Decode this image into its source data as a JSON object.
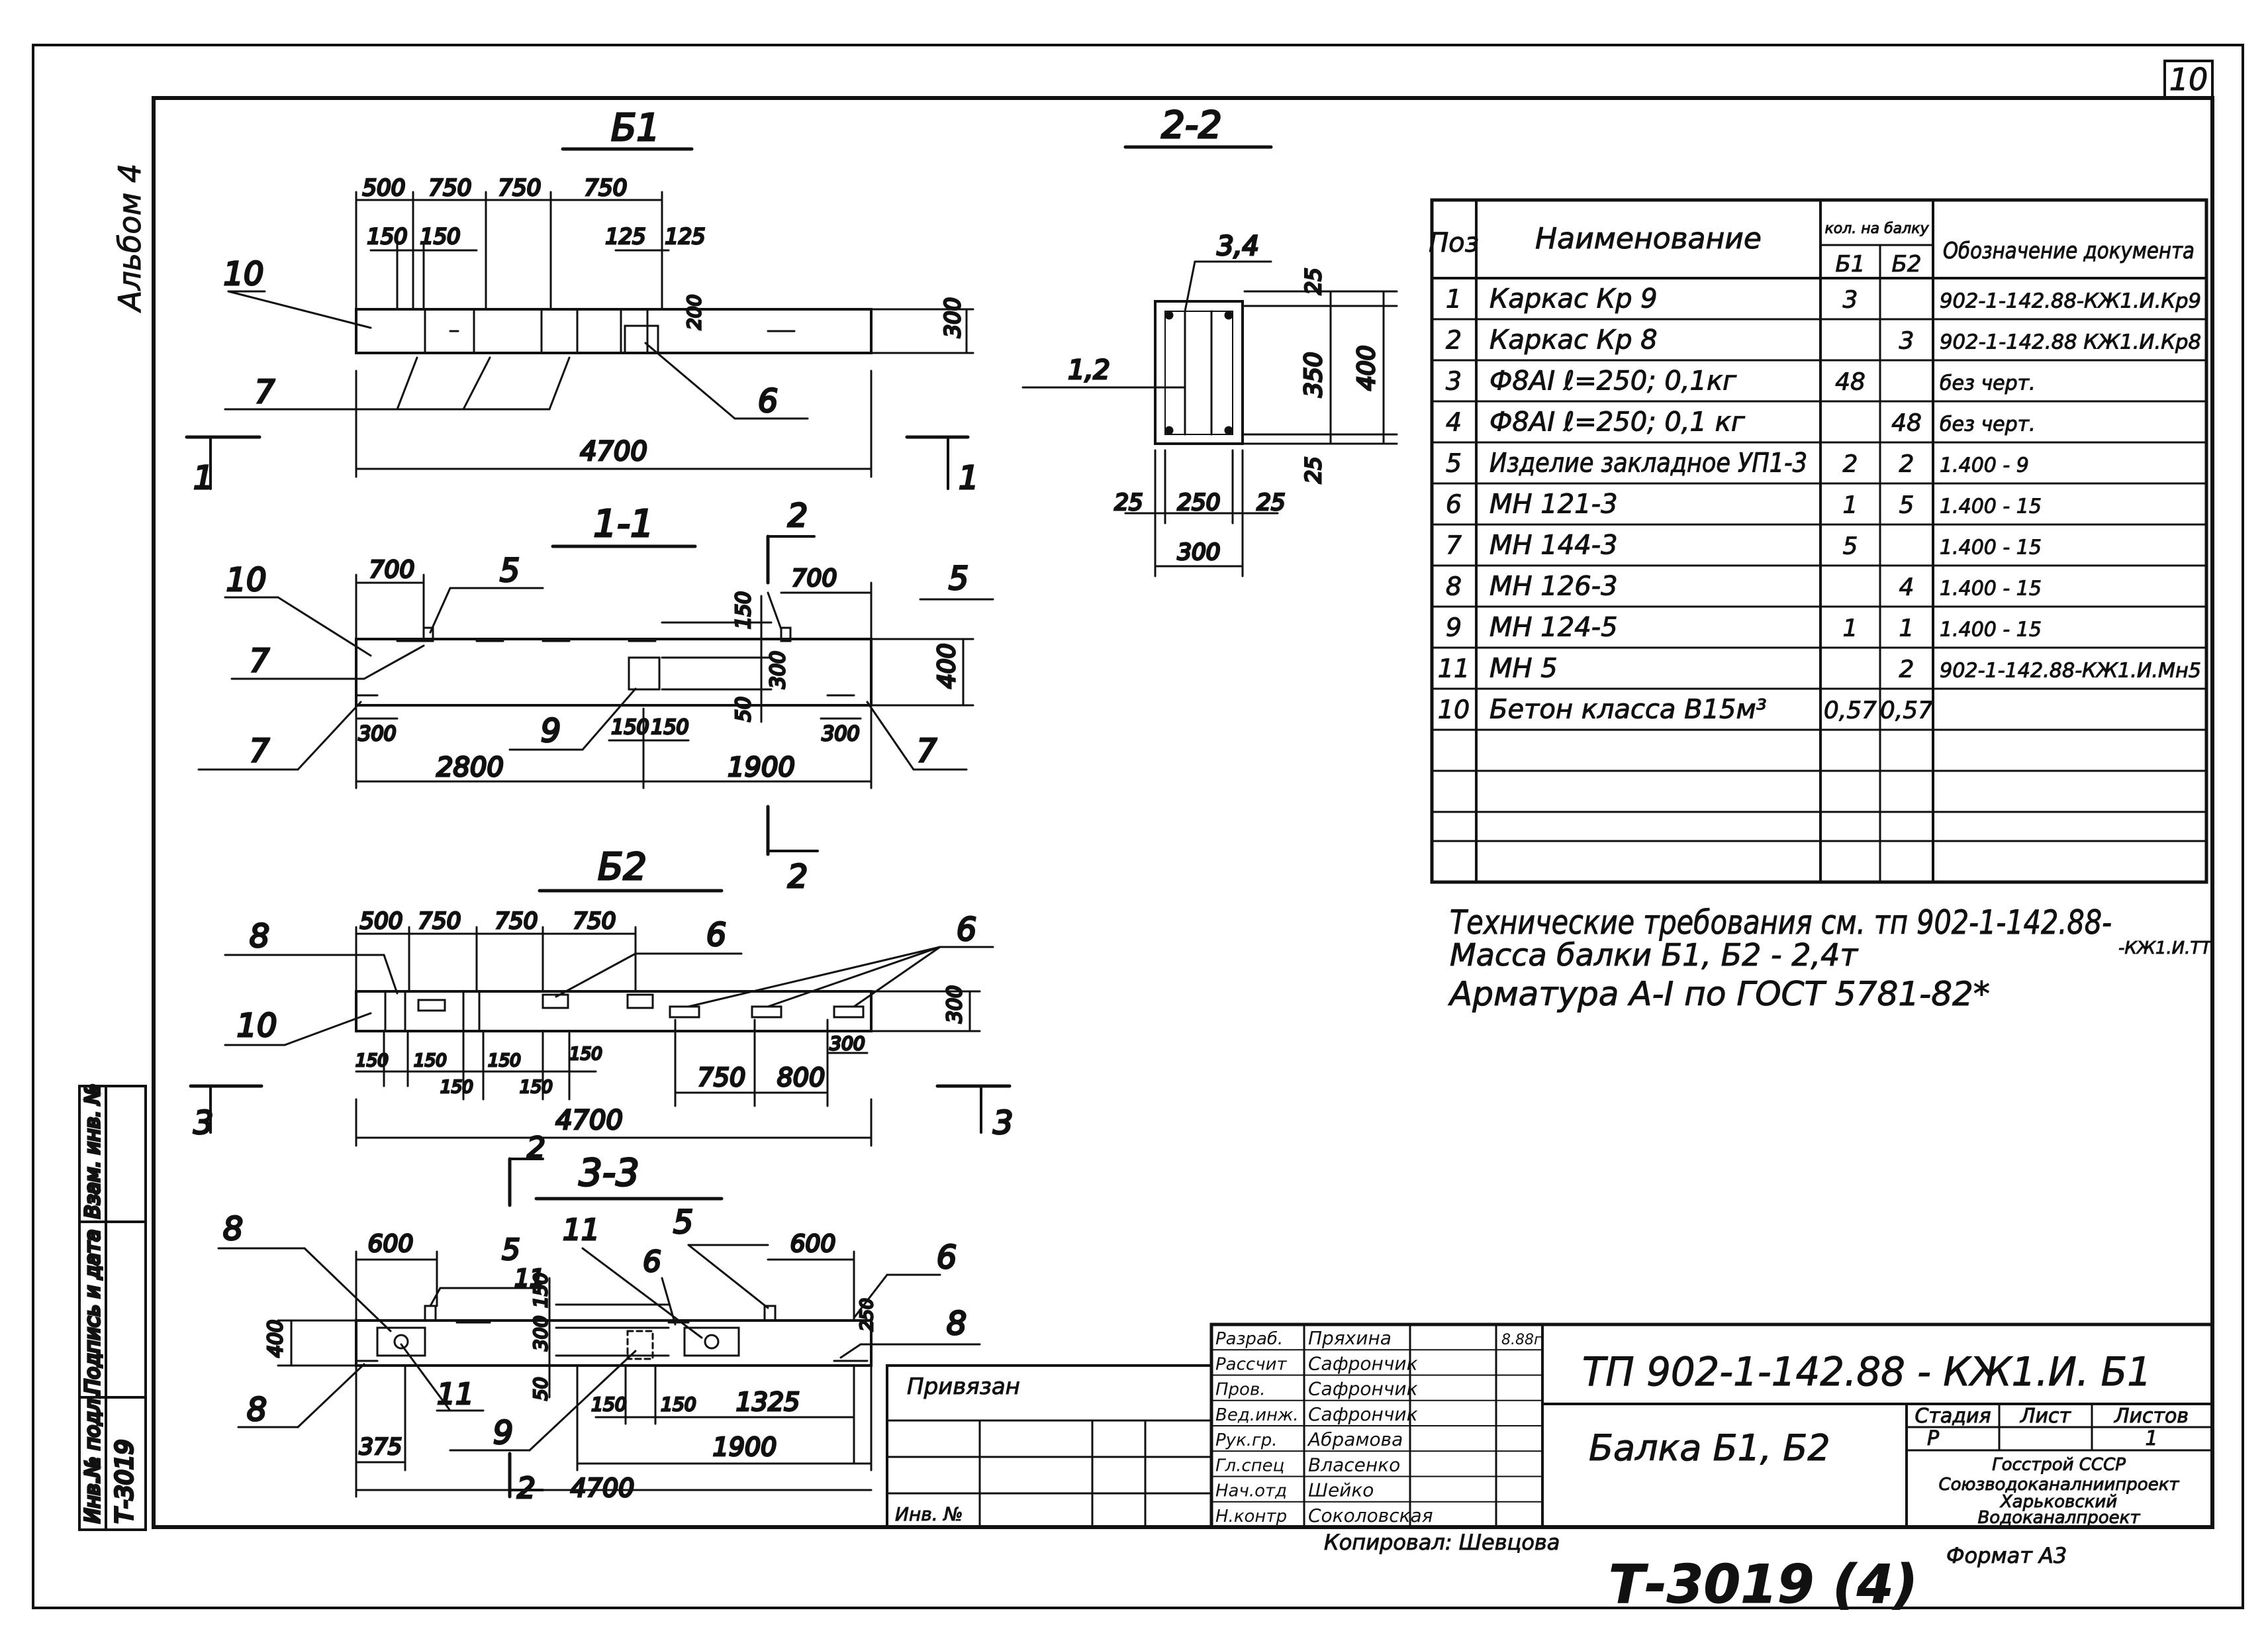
{
  "sheet_number": "10",
  "album_label": "Альбом 4",
  "views": {
    "b1": {
      "title": "Б1",
      "dims_top": [
        "500",
        "750",
        "750",
        "750"
      ],
      "dims_sub": [
        "150",
        "150",
        "125",
        "125"
      ],
      "dims_inner": [
        "200"
      ],
      "dim_height": "300",
      "dim_length": "4700",
      "callouts": [
        "10",
        "7",
        "6"
      ],
      "section_marks": [
        "1",
        "1"
      ]
    },
    "s22": {
      "title": "2-2",
      "dims": [
        "3,4",
        "25",
        "350",
        "400",
        "25",
        "1,2",
        "25",
        "250",
        "25",
        "300"
      ]
    },
    "s11": {
      "title": "1-1",
      "dims": [
        "700",
        "700",
        "150",
        "300",
        "50",
        "400",
        "300",
        "150",
        "150",
        "300",
        "2800",
        "1900"
      ],
      "callouts": [
        "10",
        "5",
        "5",
        "7",
        "7",
        "7",
        "9"
      ],
      "section_marks": [
        "2",
        "2"
      ]
    },
    "b2": {
      "title": "Б2",
      "dims_top": [
        "500",
        "750",
        "750",
        "750"
      ],
      "dims_sub": [
        "150",
        "150",
        "150",
        "150",
        "150",
        "150"
      ],
      "dims_low": [
        "750",
        "800",
        "300"
      ],
      "dim_length": "4700",
      "callouts": [
        "8",
        "6",
        "6",
        "10"
      ],
      "section_marks": [
        "3",
        "3"
      ]
    },
    "s33": {
      "title": "3-3",
      "mark": "2",
      "dims": [
        "600",
        "600",
        "400",
        "150",
        "300",
        "50",
        "250",
        "150",
        "150",
        "1325",
        "375",
        "1900",
        "4700"
      ],
      "callouts": [
        "8",
        "5",
        "11",
        "5",
        "6",
        "6",
        "8",
        "8",
        "11",
        "9"
      ]
    }
  },
  "spec_table": {
    "headers": {
      "pos": "Поз",
      "name": "Наименование",
      "qty": "кол. на балку",
      "b1": "Б1",
      "b2": "Б2",
      "doc": "Обозначение документа"
    },
    "rows": [
      {
        "pos": "1",
        "name": "Каркас    Кр 9",
        "b1": "3",
        "b2": "",
        "doc": "902-1-142.88-КЖ1.И.Кр9"
      },
      {
        "pos": "2",
        "name": "Каркас    Кр 8",
        "b1": "",
        "b2": "3",
        "doc": "902-1-142.88 КЖ1.И.Кр8"
      },
      {
        "pos": "3",
        "name": "Ф8АI ℓ=250;  0,1кг",
        "b1": "48",
        "b2": "",
        "doc": "без черт."
      },
      {
        "pos": "4",
        "name": "Ф8АI ℓ=250;  0,1 кг",
        "b1": "",
        "b2": "48",
        "doc": "без черт."
      },
      {
        "pos": "5",
        "name": "Изделие закладное УП1-3",
        "b1": "2",
        "b2": "2",
        "doc": "1.400 - 9"
      },
      {
        "pos": "6",
        "name": "МН 121-3",
        "b1": "1",
        "b2": "5",
        "doc": "1.400 - 15"
      },
      {
        "pos": "7",
        "name": "МН 144-3",
        "b1": "5",
        "b2": "",
        "doc": "1.400 - 15"
      },
      {
        "pos": "8",
        "name": "МН 126-3",
        "b1": "",
        "b2": "4",
        "doc": "1.400 - 15"
      },
      {
        "pos": "9",
        "name": "МН 124-5",
        "b1": "1",
        "b2": "1",
        "doc": "1.400 - 15"
      },
      {
        "pos": "11",
        "name": "МН 5",
        "b1": "",
        "b2": "2",
        "doc": "902-1-142.88-КЖ1.И.Мн5"
      },
      {
        "pos": "10",
        "name": "Бетон класса В15м³",
        "b1": "0,57",
        "b2": "0,57",
        "doc": ""
      },
      {
        "pos": "",
        "name": "",
        "b1": "",
        "b2": "",
        "doc": ""
      },
      {
        "pos": "",
        "name": "",
        "b1": "",
        "b2": "",
        "doc": ""
      },
      {
        "pos": "",
        "name": "",
        "b1": "",
        "b2": "",
        "doc": ""
      }
    ]
  },
  "notes": {
    "line1": "Технические требования см. тп 902-1-142.88-",
    "line1b": "-КЖ1.И.ТТ",
    "line2": "Масса балки   Б1,  Б2 - 2,4т",
    "line3": "Арматура  А-I  по ГОСТ 5781-82*"
  },
  "title_block": {
    "roles": [
      "Разраб.",
      "Рассчит",
      "Пров.",
      "Вед.инж.",
      "Рук.гр.",
      "Гл.спец",
      "Нач.отд",
      "Н.контр"
    ],
    "names": [
      "Пряхина",
      "Сафрончик",
      "Сафрончик",
      "Сафрончик",
      "Абрамова",
      "Власенко",
      "Шейко",
      "Соколовская"
    ],
    "dates": [
      "8.88г",
      "",
      "",
      "",
      "",
      "",
      "",
      ""
    ],
    "doc_code": "ТП 902-1-142.88 - КЖ1.И. Б1",
    "item_title": "Балка   Б1,  Б2",
    "stage_label": "Стадия",
    "sheet_label": "Лист",
    "sheets_label": "Листов",
    "stage_value": "Р",
    "sheets_value": "1",
    "org_lines": [
      "Госстрой СССР",
      "Союзводоканалниипроект",
      "Харьковский",
      "Водоканалпроект"
    ],
    "bound_label": "Привязан",
    "inv_label": "Инв. №",
    "copied_label": "Копировал: Шевцова",
    "format_label": "Формат А3"
  },
  "side_stamp": {
    "inv_orig_label": "Инв.№ подл.",
    "sign_date_label": "Подпись и дата",
    "replace_inv_label": "Взам. инв. №",
    "inv_value": "Т-3019"
  },
  "archive_stamp": "Т-3019 (4)"
}
